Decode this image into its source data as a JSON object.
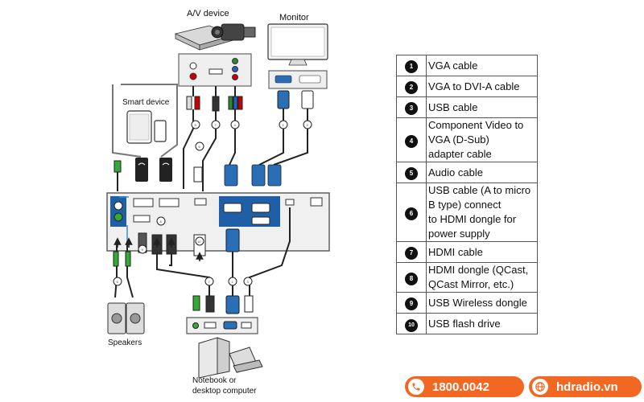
{
  "diagram": {
    "labels": {
      "av_device": "A/V device",
      "monitor": "Monitor",
      "smart_device": "Smart device",
      "speakers": "Speakers",
      "computer_line1": "Notebook or",
      "computer_line2": "desktop computer"
    },
    "markers": [
      "5",
      "7",
      "4",
      "1",
      "2",
      "6",
      "9",
      "3",
      "8",
      "10"
    ]
  },
  "legend": {
    "rows": [
      {
        "num": "1",
        "lines": [
          "VGA cable"
        ]
      },
      {
        "num": "2",
        "lines": [
          "VGA to DVI-A cable"
        ]
      },
      {
        "num": "3",
        "lines": [
          "USB cable"
        ]
      },
      {
        "num": "4",
        "lines": [
          "Component Video to",
          "VGA (D-Sub)",
          "adapter cable"
        ]
      },
      {
        "num": "5",
        "lines": [
          "Audio cable"
        ]
      },
      {
        "num": "6",
        "lines": [
          "USB cable (A to micro",
          "B type) connect",
          "to HDMI dongle for",
          "power supply"
        ]
      },
      {
        "num": "7",
        "lines": [
          "HDMI cable"
        ]
      },
      {
        "num": "8",
        "lines": [
          "HDMI dongle (QCast,",
          "QCast Mirror, etc.)"
        ]
      },
      {
        "num": "9",
        "lines": [
          "USB Wireless dongle"
        ]
      },
      {
        "num": "10",
        "lines": [
          "USB flash drive"
        ]
      }
    ]
  },
  "contact": {
    "phone": "1800.0042",
    "website": "hdradio.vn"
  },
  "colors": {
    "accent": "#f26722",
    "vga_blue": "#2a6fb5",
    "panel_blue": "#1f5fa8"
  }
}
